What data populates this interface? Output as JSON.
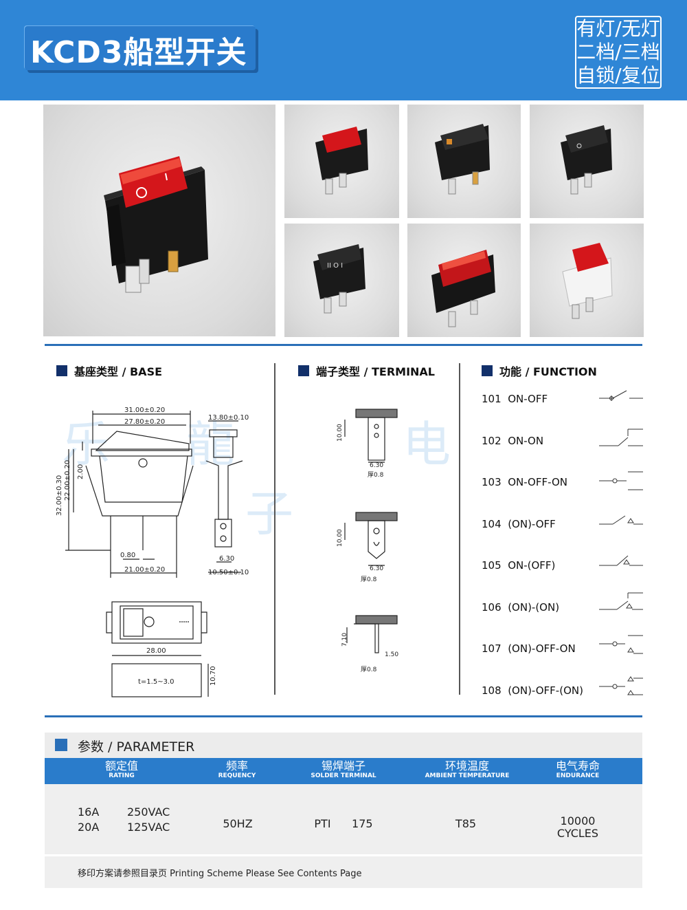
{
  "header": {
    "title": "KCD3船型开关",
    "tags": [
      "有灯/无灯",
      "二档/三档",
      "自锁/复位"
    ]
  },
  "sections": {
    "base": "基座类型 / BASE",
    "terminal": "端子类型 / TERMINAL",
    "function": "功能 / FUNCTION"
  },
  "base_dims": {
    "w_total": "31.00±0.20",
    "w_top": "27.80±0.20",
    "side_w": "13.80±0.10",
    "h_total": "32.00±0.30",
    "h_body": "22.00±0.20",
    "h_step": "2.00",
    "pin_w": "0.80",
    "pin_span": "21.00±0.20",
    "side_pin": "6.30",
    "side_base": "10.50±0.10",
    "cut_w": "28.00",
    "panel_h": "10.70",
    "panel_t": "t=1.5~3.0"
  },
  "terminals": [
    {
      "height": "10.00",
      "width": "6.30",
      "thick": "厚0.8"
    },
    {
      "height": "10.00",
      "width": "6.30",
      "thick": "厚0.8"
    },
    {
      "height": "7.10",
      "width": "1.50",
      "thick": "厚0.8"
    }
  ],
  "functions": [
    {
      "code": "101",
      "name": "ON-OFF"
    },
    {
      "code": "102",
      "name": "ON-ON"
    },
    {
      "code": "103",
      "name": "ON-OFF-ON"
    },
    {
      "code": "104",
      "name": "(ON)-OFF"
    },
    {
      "code": "105",
      "name": "ON-(OFF)"
    },
    {
      "code": "106",
      "name": "(ON)-(ON)"
    },
    {
      "code": "107",
      "name": "(ON)-OFF-ON"
    },
    {
      "code": "108",
      "name": "(ON)-OFF-(ON)"
    }
  ],
  "parameter": {
    "title": "参数 / PARAMETER",
    "headers": [
      {
        "cn": "额定值",
        "en": "RATING"
      },
      {
        "cn": "频率",
        "en": "REQUENCY"
      },
      {
        "cn": "锡焊端子",
        "en": "SOLDER TERMINAL"
      },
      {
        "cn": "环境温度",
        "en": "AMBIENT TEMPERATURE"
      },
      {
        "cn": "电气寿命",
        "en": "ENDURANCE"
      }
    ],
    "rating_line1": "16A        250VAC",
    "rating_line2": "20A        125VAC",
    "frequency": "50HZ",
    "solder": "PTI      175",
    "temperature": "T85",
    "endurance_line1": "10000",
    "endurance_line2": "CYCLES"
  },
  "note": "移印方案请参照目录页   Printing Scheme Please See Contents Page",
  "colors": {
    "header_blue": "#2f86d6",
    "table_blue": "#2a7ccb",
    "rocker_red": "#d8161b"
  }
}
